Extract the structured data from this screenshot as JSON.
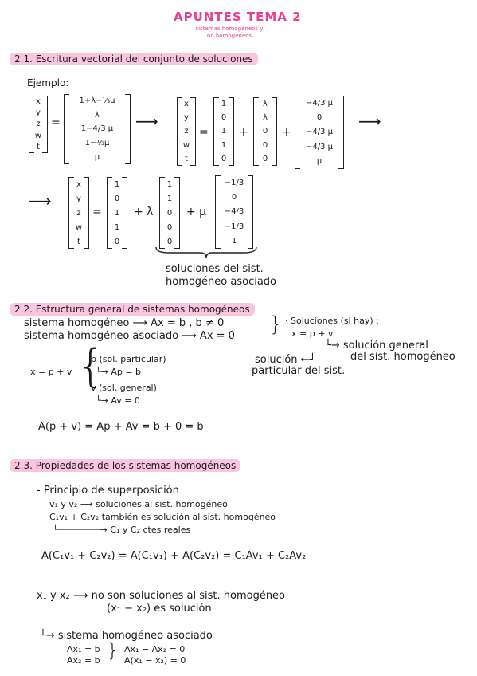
{
  "header": {
    "title": "APUNTES TEMA 2",
    "subtitle_line1": "sistemas homogéneos y",
    "subtitle_line2": "no homogéneos",
    "highlight_color": "#f9c5df",
    "title_color": "#e8408e"
  },
  "section1": {
    "heading": "2.1. Escritura vectorial del conjunto de soluciones",
    "example_label": "Ejemplo:",
    "vars": [
      "x",
      "y",
      "z",
      "w",
      "t"
    ],
    "m1": [
      "1+λ−⅓μ",
      "λ",
      "1−4/3 μ",
      "1−⅓μ",
      "μ"
    ],
    "m2": [
      "1",
      "0",
      "1",
      "1",
      "0"
    ],
    "m3": [
      "λ",
      "λ",
      "0",
      "0",
      "0"
    ],
    "m4": [
      "−4/3 μ",
      "0",
      "−4/3 μ",
      "−4/3 μ",
      "μ"
    ],
    "m5": [
      "1",
      "1",
      "0",
      "0",
      "0"
    ],
    "m6": [
      "−1/3",
      "0",
      "−4/3",
      "−1/3",
      "1"
    ],
    "eq": "=",
    "plus": "+",
    "arrow": "⟶",
    "lambda_plus": "+ λ",
    "mu_plus": "+ μ",
    "brace_note_1": "soluciones del sist.",
    "brace_note_2": "homogéneo asociado"
  },
  "section2": {
    "heading": "2.2. Estructura general de sistemas homogéneos",
    "line1": "sistema homogéneo ⟶ Ax = b , b ≠ 0",
    "line2": "sistema homogéneo asociado ⟶ Ax = 0",
    "sol_head": "· Soluciones (si hay) :",
    "sol_eq": "x = p + v",
    "sol_general_1": "└→ solución general",
    "sol_general_2": "del sist. homogéneo",
    "sol_part_1": "solución ←┘",
    "sol_part_2": "particular del sist.",
    "x_eq": "x = p + v",
    "p_line": "p (sol. particular)",
    "p_sub": "└→ Ap = b",
    "v_line": "v (sol. general)",
    "v_sub": "└→ Av = 0",
    "formula": "A(p + v) = Ap + Av = b + 0 = b"
  },
  "section3": {
    "heading": "2.3. Propiedades de los sistemas homogéneos",
    "principle": "- Principio de superposición",
    "p1": "v₁ y v₂ ⟶ soluciones al sist. homogéneo",
    "p2": "C₁v₁ + C₂v₂ también es solución al sist. homogéneo",
    "p3": "└────────→ C₁ y C₂ ctes reales",
    "formula": "A(C₁v₁ + C₂v₂) = A(C₁v₁) + A(C₂v₂) = C₁Av₁ + C₂Av₂",
    "x1x2_1": "x₁ y x₂ ⟶ no son soluciones al sist. homogéneo",
    "x1x2_2": "(x₁ − x₂) es solución",
    "assoc": "└→ sistema homogéneo asociado",
    "ax1": "Ax₁ = b",
    "ax2": "Ax₂ = b",
    "r1": "Ax₁ − Ax₂ = 0",
    "r2": "A(x₁ − x₂) = 0"
  }
}
